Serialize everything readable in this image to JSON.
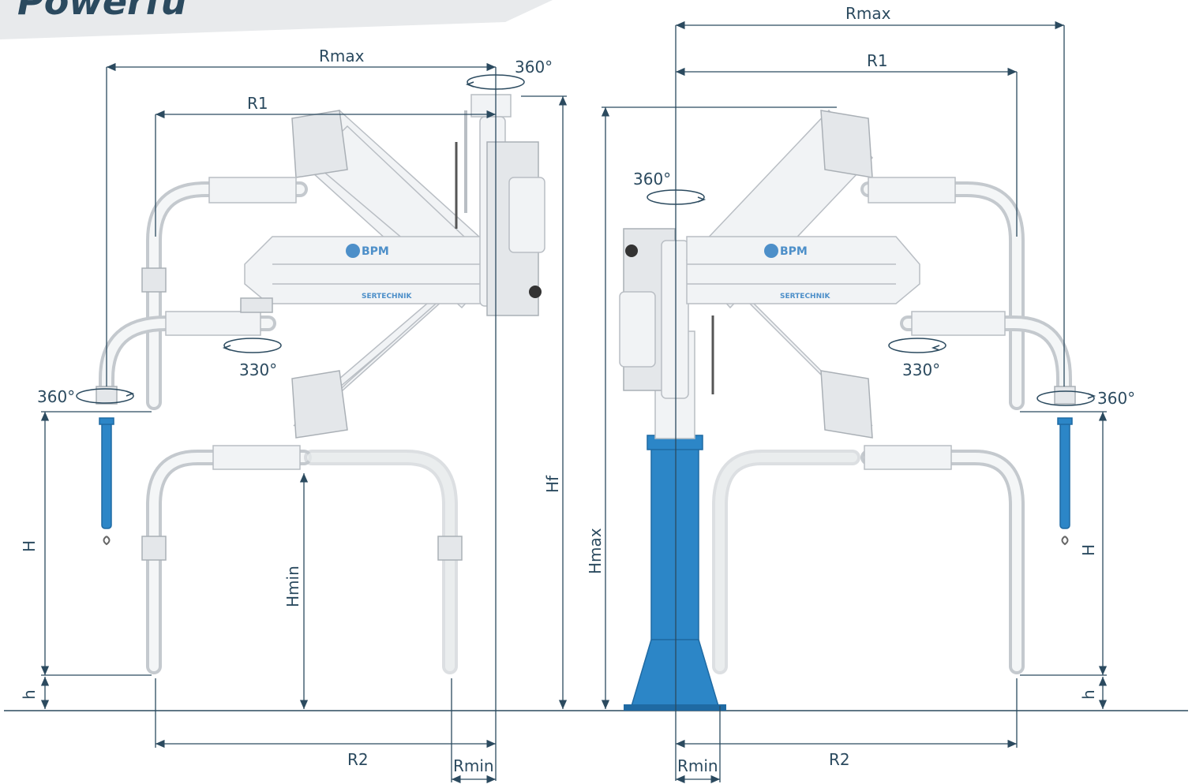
{
  "header": {
    "title_fragment": "Powerfu"
  },
  "left_unit": {
    "dims": {
      "rmax": "Rmax",
      "r1": "R1",
      "r2": "R2",
      "rmin": "Rmin",
      "hf": "Hf",
      "hmin": "Hmin",
      "h_big": "H",
      "h_small": "h"
    },
    "rotations": {
      "top": "360°",
      "mid": "330°",
      "end": "360°"
    },
    "logos": {
      "brand1": "BPM",
      "brand2": "SERTECHNIK"
    }
  },
  "right_unit": {
    "dims": {
      "rmax": "Rmax",
      "r1": "R1",
      "r2": "R2",
      "rmin": "Rmin",
      "hmax": "Hmax",
      "h_big": "H",
      "h_small": "h"
    },
    "rotations": {
      "top": "360°",
      "mid": "330°",
      "end": "360°"
    },
    "logos": {
      "brand1": "BPM",
      "brand2": "SERTECHNIK"
    }
  },
  "colors": {
    "dimension_line": "#2b4a5f",
    "column_blue": "#2c86c7",
    "arm_gray": "#f1f3f5",
    "header_band": "#e8eaec"
  }
}
